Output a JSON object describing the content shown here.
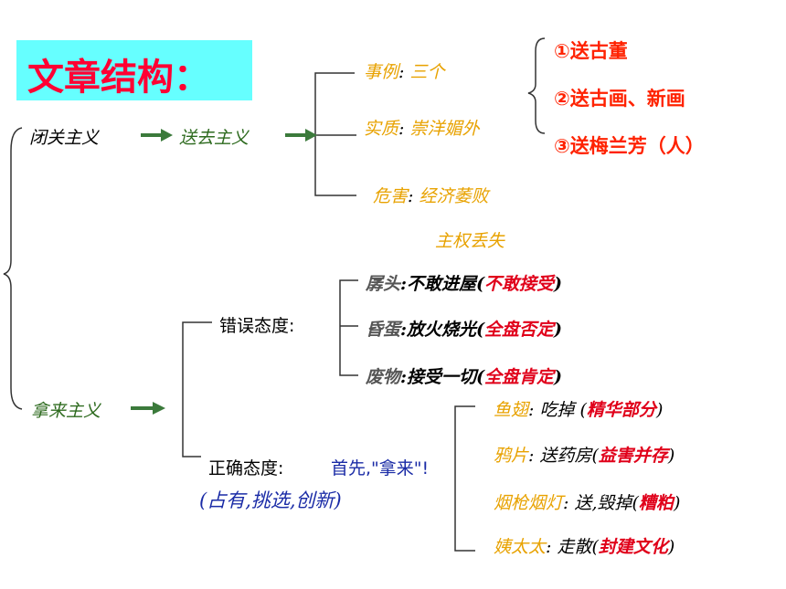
{
  "title": "文章结构：",
  "main_flow": {
    "node1": "闭关主义",
    "node2": "送去主义",
    "node3": "拿来主义"
  },
  "songqu": {
    "examples": {
      "key": "事例",
      "value": "三个"
    },
    "essence": {
      "key": "实质",
      "value": "崇洋媚外"
    },
    "harm": {
      "key": "危害",
      "value_1": "经济萎败",
      "value_2": "主权丢失"
    },
    "list": [
      "①送古董",
      "②送古画、新画",
      "③送梅兰芳（人）"
    ]
  },
  "wrong_attitude": {
    "label": "错误态度:",
    "items": [
      {
        "who": "孱头",
        "action": "不敢进屋(",
        "verdict": "不敢接受",
        "close": ")"
      },
      {
        "who": "昏蛋",
        "action": "放火烧光(",
        "verdict": "全盘否定",
        "close": ")"
      },
      {
        "who": "废物",
        "action": "接受一切(",
        "verdict": "全盘肯定",
        "close": ")"
      }
    ]
  },
  "right_attitude": {
    "label": "正确态度:",
    "first": "首先,\"拿来\"!",
    "methods": "(占有,挑选,创新)",
    "items": [
      {
        "key": "鱼翅",
        "action": "吃掉 (",
        "meaning": "精华部分",
        "close": ")"
      },
      {
        "key": "鸦片",
        "action": "送药房(",
        "meaning": "益害并存",
        "close": ")"
      },
      {
        "key": "烟枪烟灯",
        "action": "送,毁掉(",
        "meaning": "糟粕",
        "close": ")"
      },
      {
        "key": "姨太太",
        "action": "走散(",
        "meaning": "封建文化",
        "close": ")"
      }
    ]
  },
  "colors": {
    "title_bg": "#66ffff",
    "title_text": "#ff0033",
    "gold": "#e8a200",
    "green": "#2d6a1e",
    "red": "#e0001a",
    "blue": "#1a2ba6",
    "arrow": "#3b7a3b"
  }
}
